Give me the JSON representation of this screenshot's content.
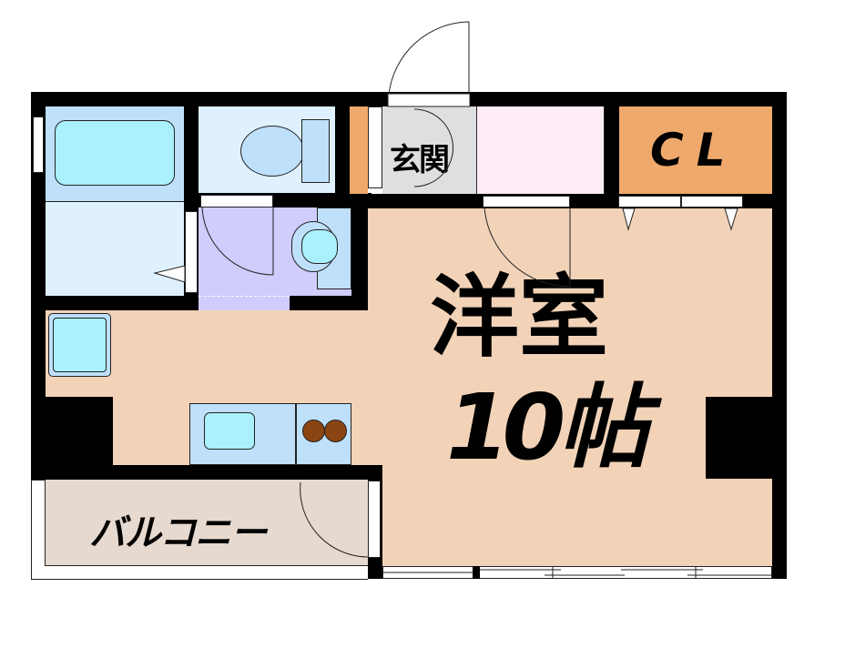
{
  "floorplan": {
    "rooms": {
      "western_room": {
        "label_line1": "洋室",
        "label_line2": "10帖",
        "color": "#f2d3b8"
      },
      "entrance": {
        "label": "玄関",
        "color": "#dedfe1"
      },
      "closet": {
        "label": "CL",
        "color": "#f0a96c"
      },
      "balcony": {
        "label": "バルコニー",
        "color": "#e6d9cf"
      },
      "bathroom": {
        "color": "#bfe0fb"
      },
      "washroom": {
        "color": "#dff1ff"
      },
      "toilet": {
        "color": "#dff1ff"
      },
      "lavatory": {
        "color": "#d0ccfb"
      },
      "hall": {
        "color": "#fdecf6"
      }
    },
    "fixtures": {
      "bathtub_color": "#aaf0fd",
      "toilet_color": "#bfe0fb",
      "sink_color": "#aaf0fd",
      "stove_burner_color": "#8b4513"
    },
    "wall_color": "#000000"
  }
}
